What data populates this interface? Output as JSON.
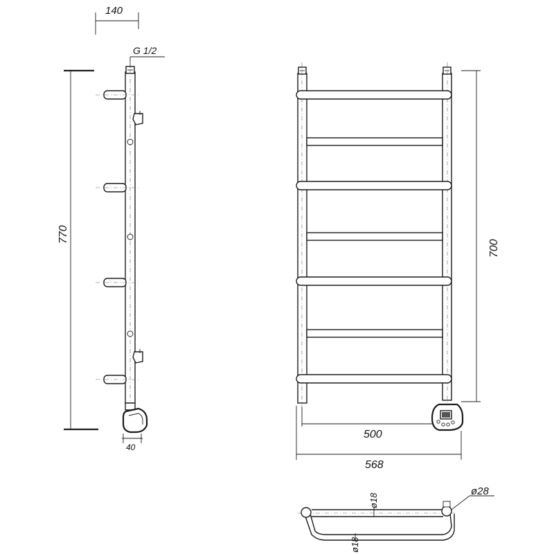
{
  "dimensions": {
    "side_depth": "140",
    "thread": "G 1/2",
    "side_height": "770",
    "side_bottom_width": "40",
    "front_height": "700",
    "axis_width": "500",
    "total_width": "568",
    "top_tube_dia": "ø18",
    "bottom_tube_dia": "ø18",
    "riser_dia": "ø28"
  }
}
